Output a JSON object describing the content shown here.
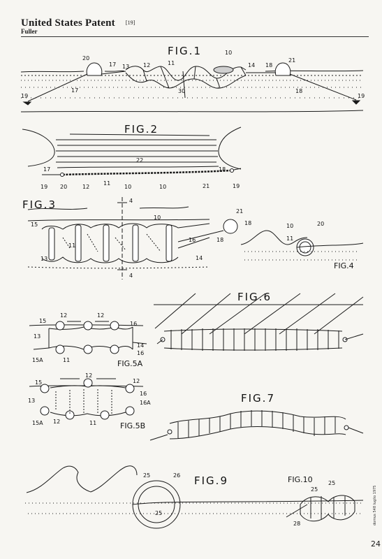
{
  "header": {
    "title": "United States Patent",
    "ref": "[19]",
    "inventor": "Fuller"
  },
  "figures": {
    "fig1": "FIG.1",
    "fig2": "FIG.2",
    "fig3": "FIG.3",
    "fig4": "FIG.4",
    "fig5a": "FIG.5A",
    "fig5b": "FIG.5B",
    "fig6": "FIG.6",
    "fig7": "FIG.7",
    "fig9": "FIG.9",
    "fig10": "FIG.10"
  },
  "refs": {
    "r10": "10",
    "r11": "11",
    "r12": "12",
    "r13": "13",
    "r14": "14",
    "r15": "15",
    "r15a": "15A",
    "r16": "16",
    "r16a": "16A",
    "r17": "17",
    "r18": "18",
    "r19": "19",
    "r20": "20",
    "r21": "21",
    "r22": "22",
    "r25": "25",
    "r26": "26",
    "r28": "28",
    "r30": "30",
    "r4": "4"
  },
  "margin_text": "domus 548 luglio 1975",
  "page_number": "24"
}
